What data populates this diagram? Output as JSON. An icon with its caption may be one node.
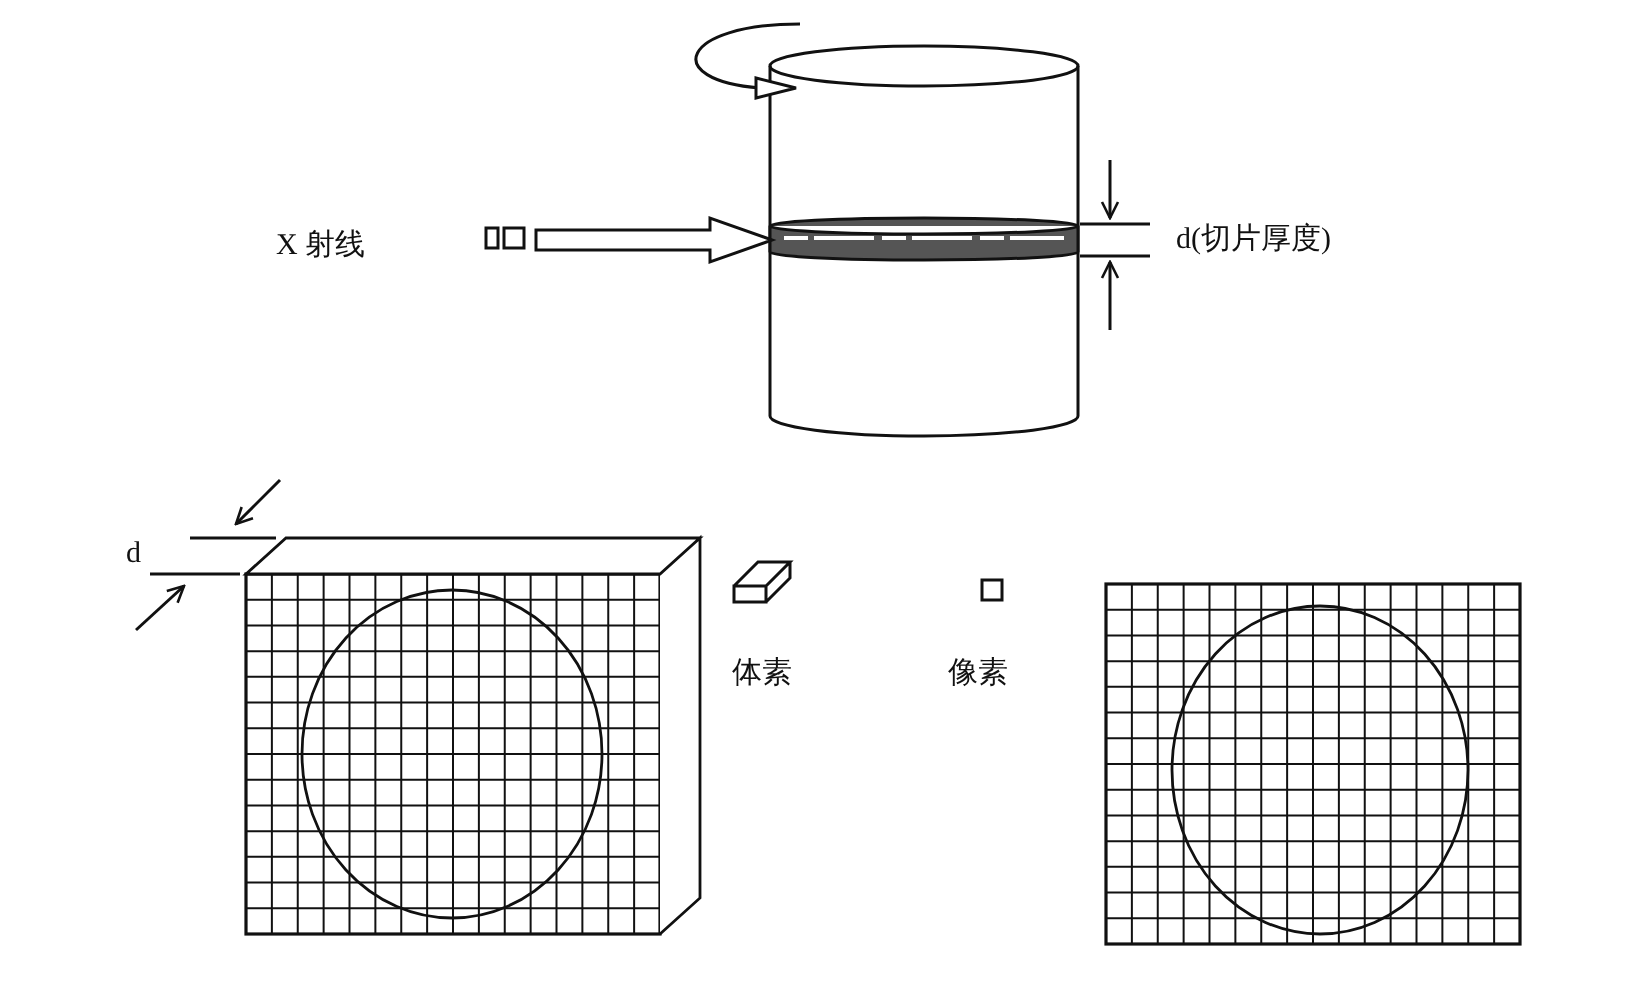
{
  "diagram": {
    "labels": [
      "X 射线",
      "d(切片厚度)",
      "d",
      "体素",
      "像素"
    ]
  }
}
